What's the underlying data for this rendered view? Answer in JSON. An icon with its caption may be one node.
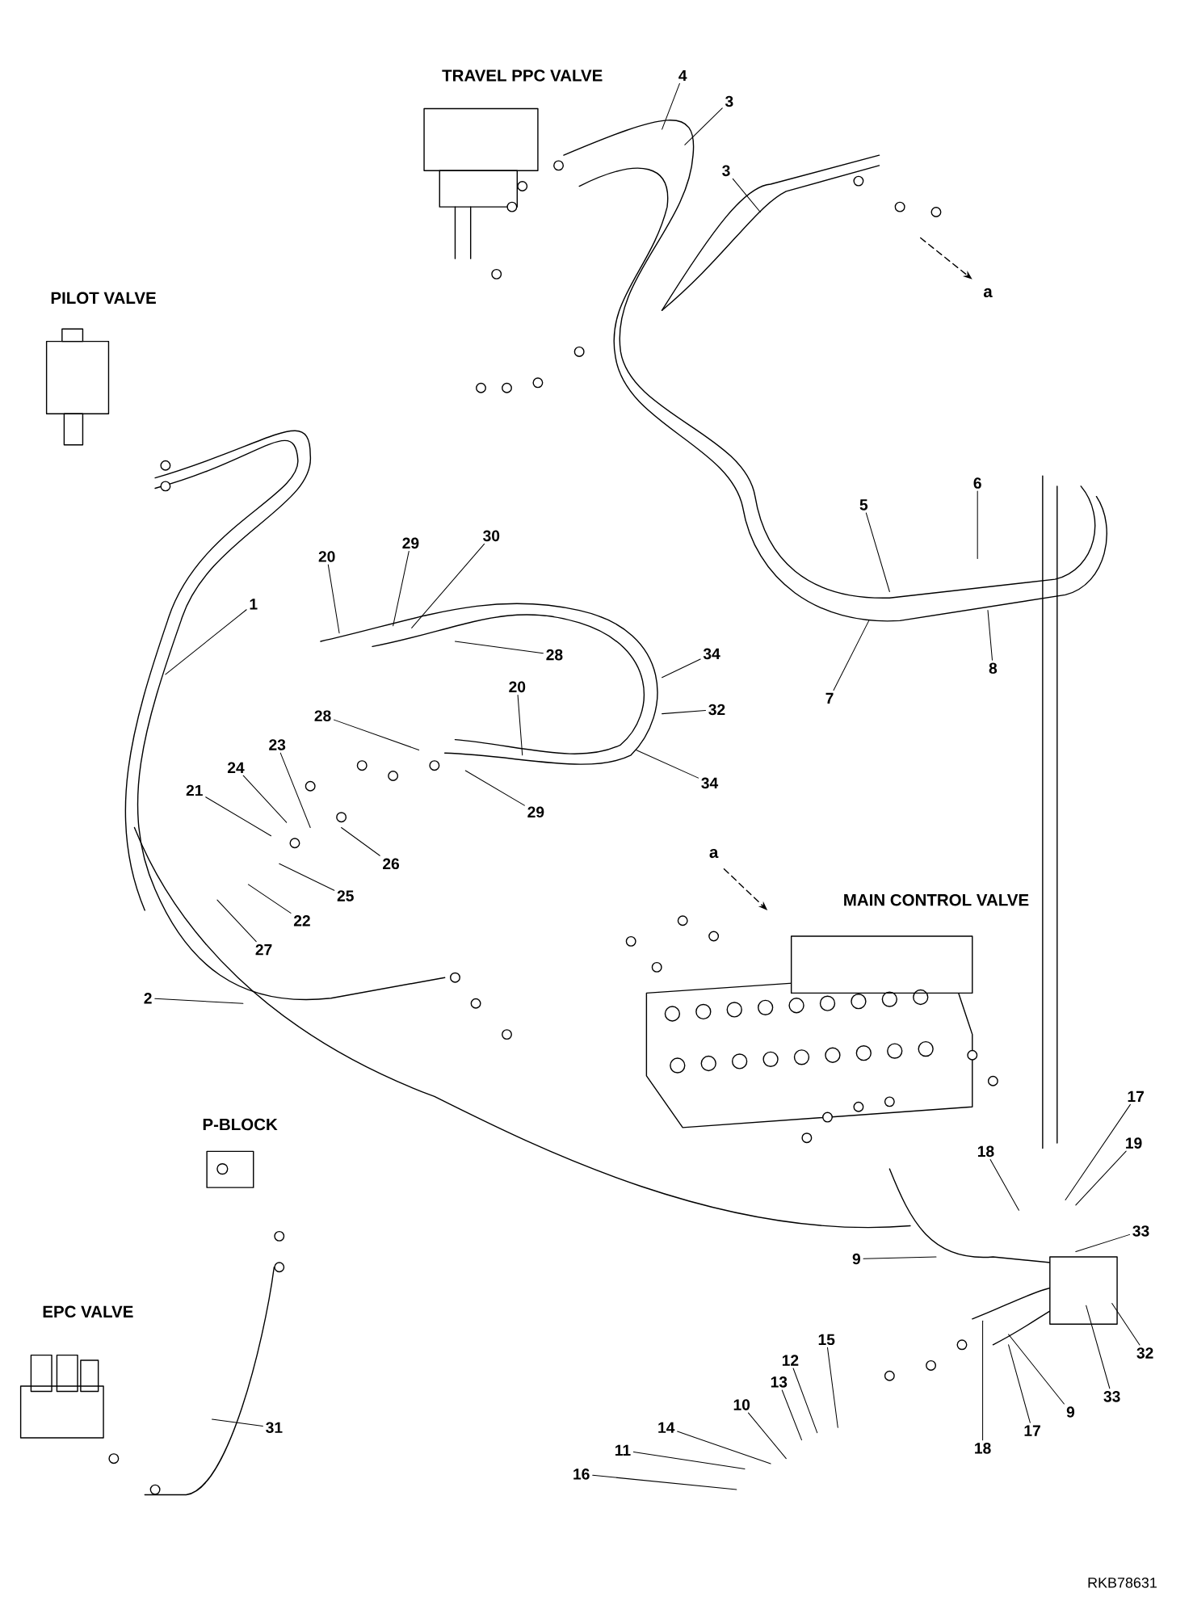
{
  "diagram": {
    "nodes": [
      {
        "text": [
          "4"
        ]
      },
      {
        "text": [
          "3"
        ]
      },
      {
        "text": [
          "3"
        ]
      },
      {
        "text": [
          "6"
        ]
      },
      {
        "text": [
          "5"
        ]
      },
      {
        "text": [
          "20"
        ]
      },
      {
        "text": [
          "29"
        ]
      },
      {
        "text": [
          "30"
        ]
      },
      {
        "text": [
          "1"
        ]
      },
      {
        "text": [
          "28"
        ]
      },
      {
        "text": [
          "34"
        ]
      },
      {
        "text": [
          "8"
        ]
      },
      {
        "text": [
          "20"
        ]
      },
      {
        "text": [
          "7"
        ]
      },
      {
        "text": [
          "28"
        ]
      },
      {
        "text": [
          "32"
        ]
      },
      {
        "text": [
          "23"
        ]
      },
      {
        "text": [
          "24"
        ]
      },
      {
        "text": [
          "34"
        ]
      },
      {
        "text": [
          "21"
        ]
      },
      {
        "text": [
          "29"
        ]
      },
      {
        "text": [
          "26"
        ]
      },
      {
        "text": [
          "25"
        ]
      },
      {
        "text": [
          "22"
        ]
      },
      {
        "text": [
          "27"
        ]
      },
      {
        "text": [
          "2"
        ]
      },
      {
        "text": [
          "17"
        ]
      },
      {
        "text": [
          "19"
        ]
      },
      {
        "text": [
          "18"
        ]
      },
      {
        "text": [
          "33"
        ]
      },
      {
        "text": [
          "9"
        ]
      },
      {
        "text": [
          "15"
        ]
      },
      {
        "text": [
          "32"
        ]
      },
      {
        "text": [
          "12"
        ]
      },
      {
        "text": [
          "13"
        ]
      },
      {
        "text": [
          "33"
        ]
      },
      {
        "text": [
          "10"
        ]
      },
      {
        "text": [
          "9"
        ]
      },
      {
        "text": [
          "14"
        ]
      },
      {
        "text": [
          "31"
        ]
      },
      {
        "text": [
          "17"
        ]
      },
      {
        "text": [
          "11"
        ]
      },
      {
        "text": [
          "18"
        ]
      },
      {
        "text": [
          "16"
        ]
      }
    ],
    "edges": [
      {
        "from": 0,
        "to": null,
        "arrow": "none"
      },
      {
        "from": 1,
        "to": null,
        "arrow": "none"
      },
      {
        "from": 2,
        "to": null,
        "arrow": "none"
      },
      {
        "from": 3,
        "to": null,
        "arrow": "none"
      },
      {
        "from": 4,
        "to": null,
        "arrow": "none"
      },
      {
        "from": 5,
        "to": null,
        "arrow": "none"
      },
      {
        "from": 6,
        "to": null,
        "arrow": "none"
      },
      {
        "from": 7,
        "to": null,
        "arrow": "none"
      },
      {
        "from": 8,
        "to": null,
        "arrow": "none"
      },
      {
        "from": 9,
        "to": null,
        "arrow": "none"
      },
      {
        "from": 10,
        "to": null,
        "arrow": "none"
      },
      {
        "from": 11,
        "to": null,
        "arrow": "none"
      },
      {
        "from": 12,
        "to": null,
        "arrow": "none"
      },
      {
        "from": 13,
        "to": null,
        "arrow": "none"
      },
      {
        "from": 14,
        "to": null,
        "arrow": "none"
      },
      {
        "from": 15,
        "to": null,
        "arrow": "none"
      },
      {
        "from": 16,
        "to": null,
        "arrow": "none"
      },
      {
        "from": 17,
        "to": null,
        "arrow": "none"
      },
      {
        "from": 18,
        "to": null,
        "arrow": "none"
      },
      {
        "from": 19,
        "to": null,
        "arrow": "none"
      },
      {
        "from": 20,
        "to": null,
        "arrow": "none"
      },
      {
        "from": 21,
        "to": null,
        "arrow": "none"
      },
      {
        "from": 22,
        "to": null,
        "arrow": "none"
      },
      {
        "from": 23,
        "to": null,
        "arrow": "none"
      },
      {
        "from": 24,
        "to": null,
        "arrow": "none"
      },
      {
        "from": 25,
        "to": null,
        "arrow": "none"
      },
      {
        "from": 26,
        "to": null,
        "arrow": "none"
      },
      {
        "from": 27,
        "to": null,
        "arrow": "none"
      },
      {
        "from": 28,
        "to": null,
        "arrow": "none"
      },
      {
        "from": 29,
        "to": null,
        "arrow": "none"
      },
      {
        "from": 30,
        "to": null,
        "arrow": "none"
      },
      {
        "from": 31,
        "to": null,
        "arrow": "none"
      },
      {
        "from": 32,
        "to": null,
        "arrow": "none"
      },
      {
        "from": 33,
        "to": null,
        "arrow": "none"
      },
      {
        "from": 34,
        "to": null,
        "arrow": "none"
      },
      {
        "from": 35,
        "to": null,
        "arrow": "none"
      },
      {
        "from": 36,
        "to": null,
        "arrow": "none"
      },
      {
        "from": 37,
        "to": null,
        "arrow": "none"
      },
      {
        "from": 38,
        "to": null,
        "arrow": "none"
      },
      {
        "from": 39,
        "to": null,
        "arrow": "none"
      },
      {
        "from": 40,
        "to": null,
        "arrow": "none"
      },
      {
        "from": 41,
        "to": null,
        "arrow": "none"
      },
      {
        "from": 42,
        "to": null,
        "arrow": "none"
      },
      {
        "from": 43,
        "to": null,
        "arrow": "none"
      }
    ],
    "labels": [
      "TRAVEL PPC VALVE",
      "a",
      "PILOT VALVE",
      "a",
      "MAIN CONTROL VALVE",
      "P-BLOCK",
      "EPC VALVE",
      "RKB78631"
    ]
  }
}
